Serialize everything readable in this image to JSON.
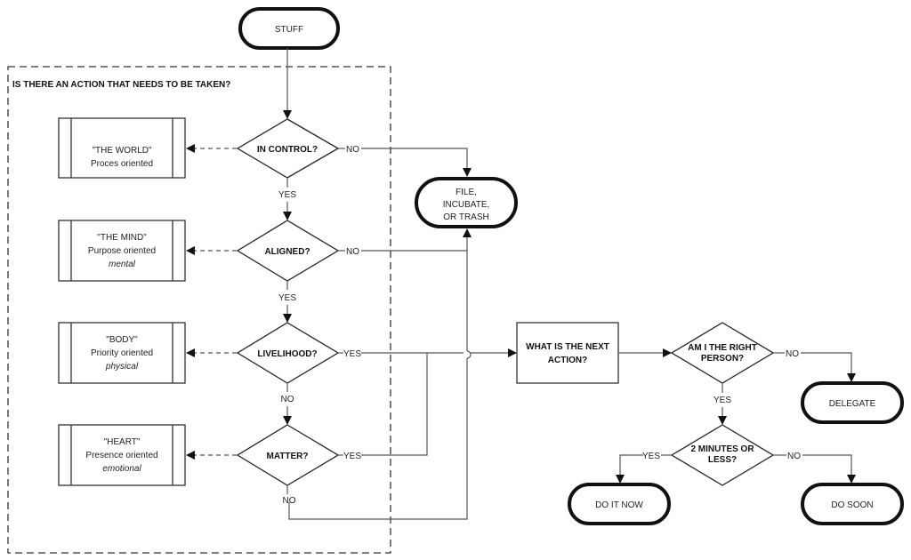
{
  "diagram": {
    "group_title": "IS THERE AN ACTION THAT NEEDS TO BE TAKEN?",
    "terminals": {
      "start": "STUFF",
      "file": [
        "FILE,",
        "INCUBATE,",
        "OR TRASH"
      ],
      "delegate": "DELEGATE",
      "do_it_now": "DO IT NOW",
      "do_soon": "DO SOON"
    },
    "decisions": {
      "in_control": "IN CONTROL?",
      "aligned": "ALIGNED?",
      "livelihood": "LIVELIHOOD?",
      "matter": "MATTER?",
      "right_person": [
        "AM I THE RIGHT",
        "PERSON?"
      ],
      "two_minutes": [
        "2 MINUTES OR",
        "LESS?"
      ]
    },
    "process": {
      "next_action": [
        "WHAT IS THE NEXT",
        "ACTION?"
      ]
    },
    "side_boxes": [
      {
        "title": "\"THE WORLD\"",
        "subtitle": "Proces oriented",
        "italic": ""
      },
      {
        "title": "\"THE MIND\"",
        "subtitle": "Purpose oriented",
        "italic": "mental"
      },
      {
        "title": "\"BODY\"",
        "subtitle": "Priority oriented",
        "italic": "physical"
      },
      {
        "title": "\"HEART\"",
        "subtitle": "Presence oriented",
        "italic": "emotional"
      }
    ],
    "edge_labels": {
      "yes": "YES",
      "no": "NO"
    }
  }
}
